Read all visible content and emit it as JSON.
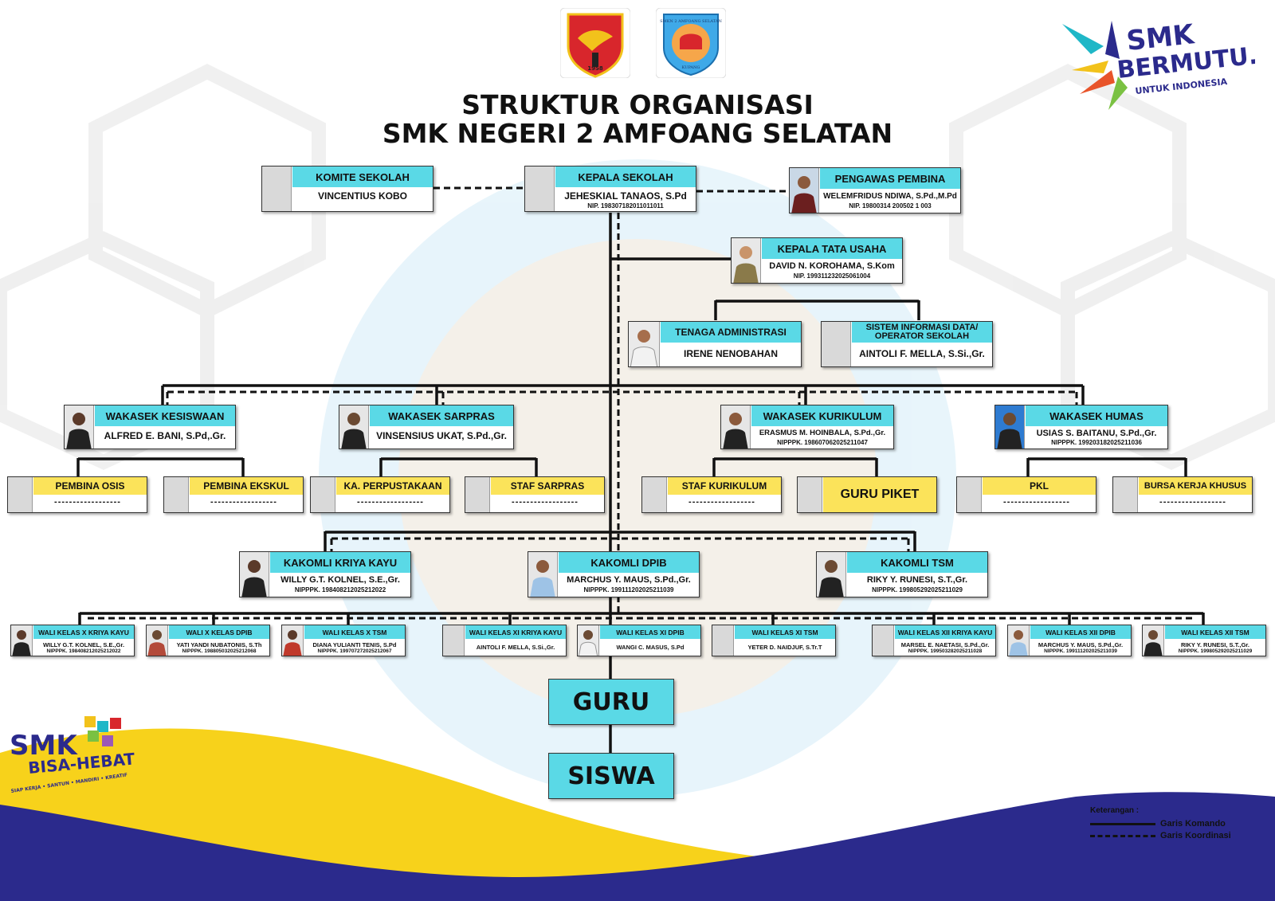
{
  "title": {
    "line1": "STRUKTUR ORGANISASI",
    "line2": "SMK NEGERI 2 AMFOANG SELATAN"
  },
  "colors": {
    "header_cyan": "#5ad9e6",
    "header_yellow": "#fbe35a",
    "wave_navy": "#2b2a8c",
    "wave_yellow": "#f7d21b"
  },
  "logos": {
    "kupang_year": "1958",
    "school_seal": {
      "top": "SMKN 2 AMFOANG SELATAN",
      "bottom": "KUPANG"
    },
    "smk_bermutu": {
      "line1": "SMK",
      "line2": "BERMUTU.",
      "line3": "UNTUK INDONESIA"
    },
    "smk_bisa_hebat": {
      "line1": "SMK",
      "line2": "BISA-HEBAT",
      "tagline": "SIAP KERJA • SANTUN • MANDIRI • KREATIF"
    }
  },
  "top": {
    "komite": {
      "role": "KOMITE SEKOLAH",
      "name": "VINCENTIUS KOBO"
    },
    "kepala": {
      "role": "KEPALA SEKOLAH",
      "name": "JEHESKIAL TANAOS, S.Pd",
      "id": "NIP. 198307182011011011"
    },
    "pengawas": {
      "role": "PENGAWAS PEMBINA",
      "name": "WELEMFRIDUS NDIWA, S.Pd.,M.Pd",
      "id": "NIP. 19800314 200502 1 003"
    }
  },
  "tata_usaha": {
    "kepala": {
      "role": "KEPALA TATA USAHA",
      "name": "DAVID N. KOROHAMA, S.Kom",
      "id": "NIP. 199311232025061004"
    },
    "tenaga": {
      "role": "TENAGA ADMINISTRASI",
      "name": "IRENE NENOBAHAN"
    },
    "sistem": {
      "role": "SISTEM INFORMASI DATA/ OPERATOR SEKOLAH",
      "name": "AINTOLI F. MELLA, S.Si.,Gr."
    }
  },
  "wakasek": [
    {
      "role": "WAKASEK KESISWAAN",
      "name": "ALFRED E. BANI, S.Pd,.Gr.",
      "id": ""
    },
    {
      "role": "WAKASEK SARPRAS",
      "name": "VINSENSIUS UKAT, S.Pd.,Gr.",
      "id": ""
    },
    {
      "role": "WAKASEK KURIKULUM",
      "name": "ERASMUS M. HOINBALA, S.Pd.,Gr.",
      "id": "NIPPPK. 198607062025211047"
    },
    {
      "role": "WAKASEK HUMAS",
      "name": "USIAS S. BAITANU, S.Pd.,Gr.",
      "id": "NIPPPK. 199203182025211036"
    }
  ],
  "units": [
    {
      "role": "PEMBINA OSIS",
      "name": "------------------"
    },
    {
      "role": "PEMBINA EKSKUL",
      "name": "------------------"
    },
    {
      "role": "KA. PERPUSTAKAAN",
      "name": "------------------"
    },
    {
      "role": "STAF SARPRAS",
      "name": "------------------"
    },
    {
      "role": "STAF KURIKULUM",
      "name": "------------------"
    },
    {
      "role": "GURU PIKET",
      "name": ""
    },
    {
      "role": "PKL",
      "name": "------------------"
    },
    {
      "role": "BURSA KERJA KHUSUS",
      "name": "------------------"
    }
  ],
  "kakomli": [
    {
      "role": "KAKOMLI KRIYA KAYU",
      "name": "WILLY G.T. KOLNEL, S.E.,Gr.",
      "id": "NIPPPK. 198408212025212022"
    },
    {
      "role": "KAKOMLI DPIB",
      "name": "MARCHUS Y. MAUS, S.Pd.,Gr.",
      "id": "NIPPPK. 199111202025211039"
    },
    {
      "role": "KAKOMLI TSM",
      "name": "RIKY Y. RUNESI, S.T.,Gr.",
      "id": "NIPPPK. 199805292025211029"
    }
  ],
  "wali": [
    {
      "role": "WALI KELAS X KRIYA KAYU",
      "name": "WILLY G.T. KOLNEL, S.E.,Gr.",
      "id": "NIPPPK. 198408212025212022"
    },
    {
      "role": "WALI X KELAS DPIB",
      "name": "YATI YANDI NUBATONIS, S.Th",
      "id": "NIPPPK. 198805032025212068"
    },
    {
      "role": "WALI KELAS X TSM",
      "name": "DIANA YULIANTI TENIS, S.Pd",
      "id": "NIPPPK. 199707272025212067"
    },
    {
      "role": "WALI KELAS XI KRIYA KAYU",
      "name": "AINTOLI F. MELLA, S.Si.,Gr.",
      "id": ""
    },
    {
      "role": "WALI KELAS XI DPIB",
      "name": "WANGI C. MASUS, S.Pd",
      "id": ""
    },
    {
      "role": "WALI KELAS XI TSM",
      "name": "YETER D. NAIDJUF, S.Tr.T",
      "id": ""
    },
    {
      "role": "WALI KELAS XII KRIYA KAYU",
      "name": "MARSEL E. NAETASI, S.Pd.,Gr.",
      "id": "NIPPPK. 199503282025211028"
    },
    {
      "role": "WALI KELAS XII DPIB",
      "name": "MARCHUS Y. MAUS, S.Pd.,Gr.",
      "id": "NIPPPK. 199111202025211039"
    },
    {
      "role": "WALI KELAS XII TSM",
      "name": "RIKY Y. RUNESI, S.T.,Gr.",
      "id": "NIPPPK. 199805292025211029"
    }
  ],
  "bottom": {
    "guru": "GURU",
    "siswa": "SISWA"
  },
  "legend": {
    "title": "Keterangan :",
    "komando": "Garis Komando",
    "koordinasi": "Garis Koordinasi"
  }
}
